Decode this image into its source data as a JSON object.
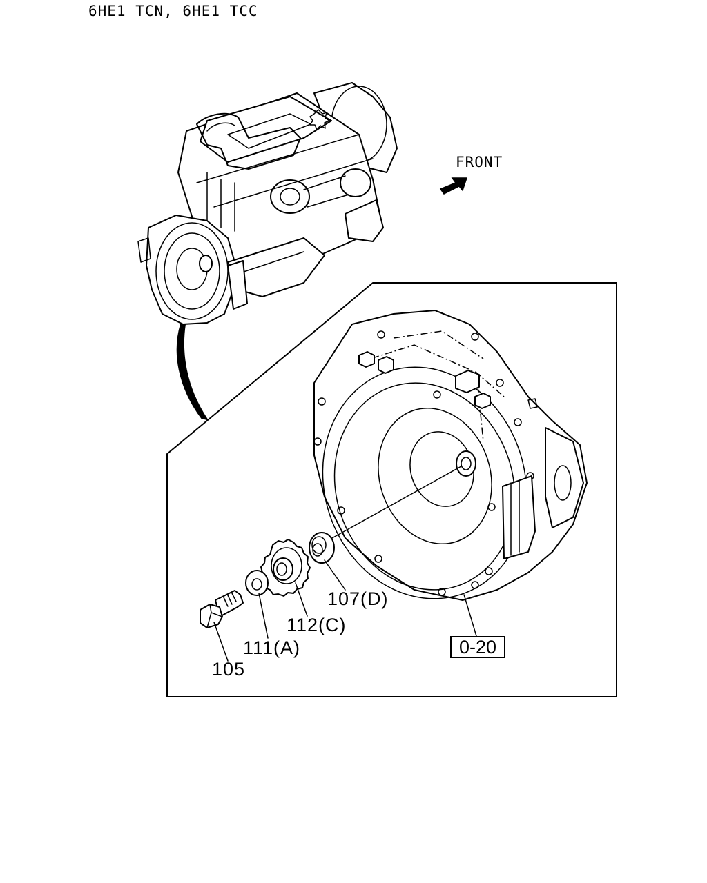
{
  "header": {
    "title": "6HE1 TCN, 6HE1 TCC"
  },
  "orientation": {
    "front_label": "FRONT"
  },
  "reference": {
    "box_label": "0-20"
  },
  "callouts": [
    {
      "id": "105",
      "label": "105"
    },
    {
      "id": "111",
      "label": "111(A)"
    },
    {
      "id": "112",
      "label": "112(C)"
    },
    {
      "id": "107",
      "label": "107(D)"
    }
  ]
}
